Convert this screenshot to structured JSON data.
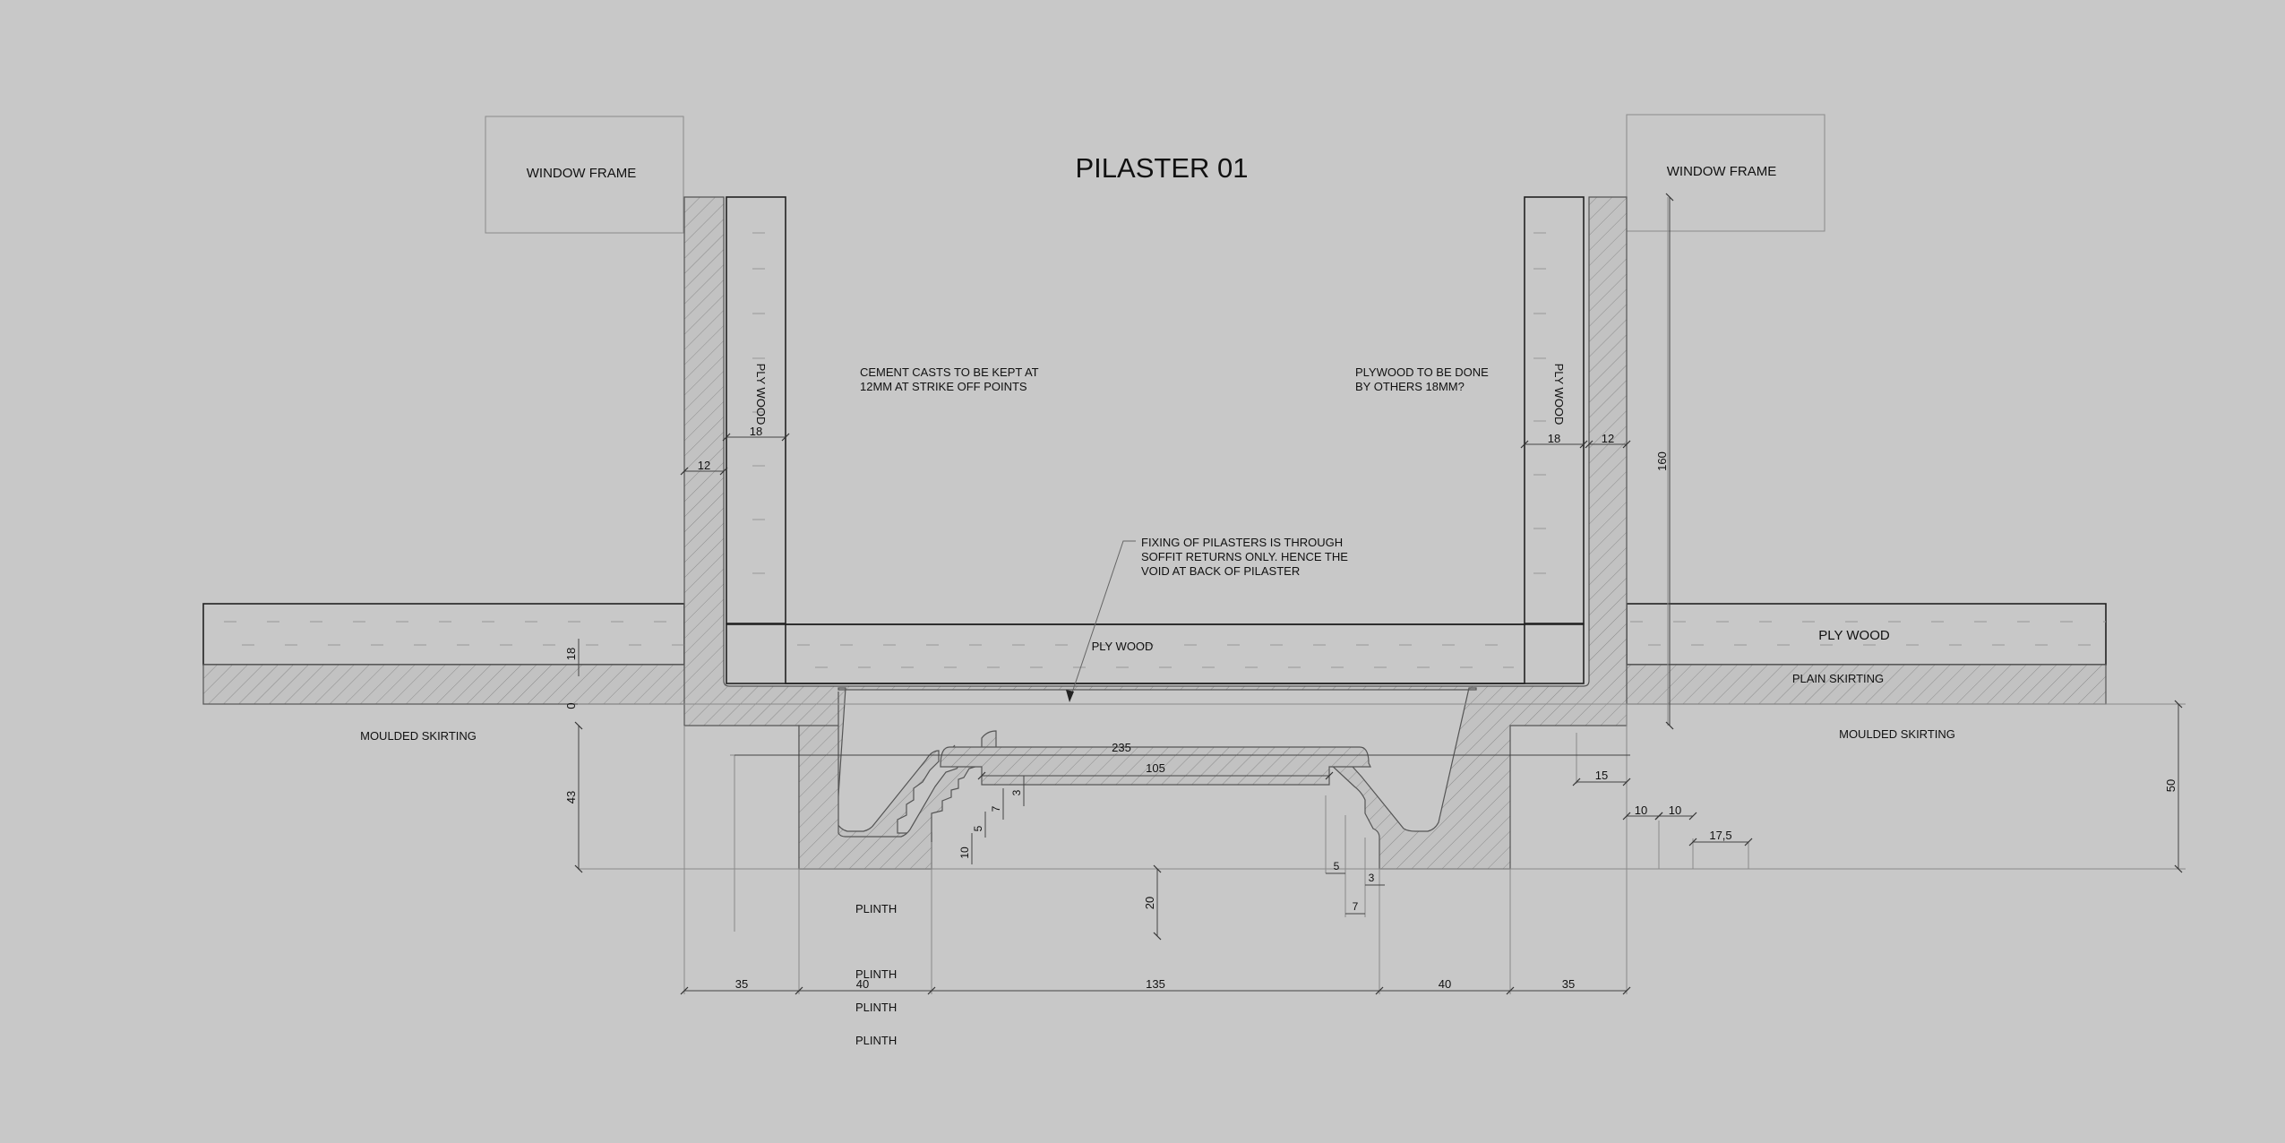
{
  "title": "PILASTER 01",
  "labels": {
    "window_frame_left": "WINDOW FRAME",
    "window_frame_right": "WINDOW FRAME",
    "ply_wood_left_vertical": "PLY WOOD",
    "ply_wood_right_vertical": "PLY WOOD",
    "ply_wood_center": "PLY WOOD",
    "ply_wood_right_panel": "PLY WOOD",
    "plain_skirting": "PLAIN SKIRTING",
    "moulded_skirting_left": "MOULDED SKIRTING",
    "moulded_skirting_right": "MOULDED SKIRTING",
    "plinth": [
      "PLINTH",
      "PLINTH",
      "PLINTH",
      "PLINTH"
    ]
  },
  "notes": {
    "cement": [
      "CEMENT CASTS TO BE KEPT AT",
      "12MM AT STRIKE OFF POINTS"
    ],
    "plywood": [
      "PLYWOOD TO BE DONE",
      "BY OTHERS 18MM?"
    ],
    "fixing": [
      "FIXING OF PILASTERS IS THROUGH",
      "SOFFIT RETURNS ONLY. HENCE THE",
      "VOID AT BACK OF PILASTER"
    ]
  },
  "dimensions": {
    "d12_left": "12",
    "d18_left": "18",
    "d18_right": "18",
    "d12_right": "12",
    "d160": "160",
    "d18_vert": "18",
    "d0": "0",
    "d43": "43",
    "d235": "235",
    "d105": "105",
    "d3_a": "3",
    "d7_a": "7",
    "d5_a": "5",
    "d10_a": "10",
    "d20": "20",
    "d5_b": "5",
    "d3_b": "3",
    "d7_b": "7",
    "d15": "15",
    "d10_b": "10",
    "d10_c": "10",
    "d17_5": "17,5",
    "d50": "50",
    "bottom": [
      "35",
      "40",
      "135",
      "40",
      "35"
    ]
  },
  "colors": {
    "background": "#c8c8c8",
    "line": "#222222",
    "hatch": "#8c8c8c"
  }
}
